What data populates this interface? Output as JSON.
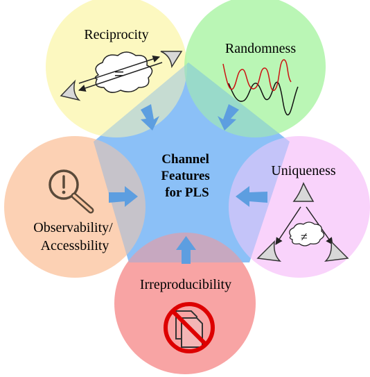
{
  "center": {
    "lines": [
      "Channel",
      "Features",
      "for PLS"
    ],
    "color": "#8bc1f7"
  },
  "features": [
    {
      "id": "reciprocity",
      "label_lines": [
        "Reciprocity"
      ],
      "color": "#fbf6b0",
      "icon": "reciprocal-link-icon"
    },
    {
      "id": "randomness",
      "label_lines": [
        "Randomness"
      ],
      "color": "#a6f3a0",
      "icon": "random-signal-icon"
    },
    {
      "id": "uniqueness",
      "label_lines": [
        "Uniqueness"
      ],
      "color": "#f8c8fa",
      "icon": "unique-links-icon"
    },
    {
      "id": "irreproducibility",
      "label_lines": [
        "Irreproducibility"
      ],
      "color": "#f79494",
      "icon": "no-copy-icon"
    },
    {
      "id": "observability",
      "label_lines": [
        "Observability/",
        "Accessbility"
      ],
      "color": "#fbc6a1",
      "icon": "inspect-icon"
    }
  ],
  "equal_sign": "=",
  "not_equal_sign": "≠",
  "arrow_color": "#5d9ee0"
}
